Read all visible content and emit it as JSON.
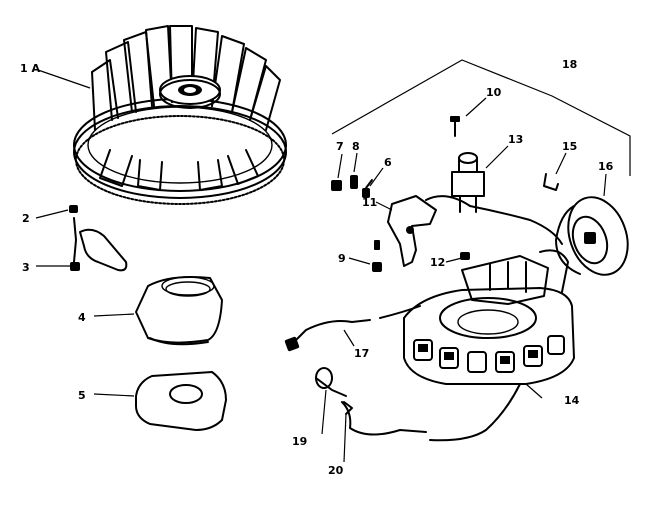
{
  "labels": {
    "p1a": "1 A",
    "p2": "2",
    "p3": "3",
    "p4": "4",
    "p5": "5",
    "p6": "6",
    "p7": "7",
    "p8": "8",
    "p9": "9",
    "p10": "10",
    "p11": "11",
    "p12": "12",
    "p13": "13",
    "p14": "14",
    "p15": "15",
    "p16": "16",
    "p17": "17",
    "p18": "18",
    "p19": "19",
    "p20": "20"
  },
  "colors": {
    "ink": "#000000",
    "paper": "#ffffff"
  }
}
